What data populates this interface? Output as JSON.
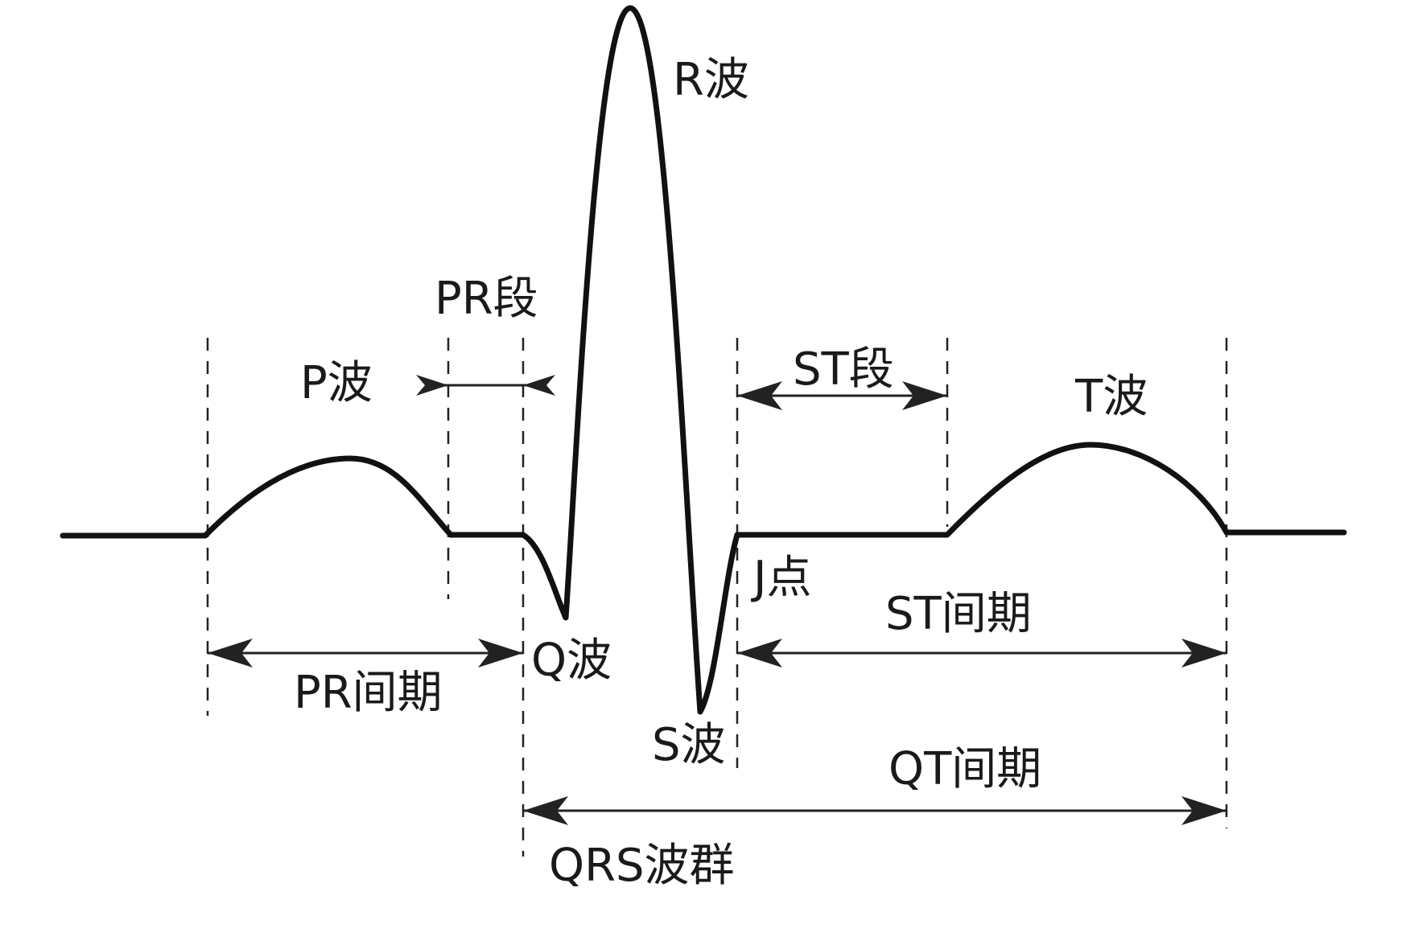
{
  "labels": {
    "r_wave": "R波",
    "pr_segment": "PR段",
    "p_wave": "P波",
    "st_segment": "ST段",
    "t_wave": "T波",
    "j_point": "J点",
    "st_interval": "ST间期",
    "q_wave": "Q波",
    "pr_interval": "PR间期",
    "s_wave": "S波",
    "qt_interval": "QT间期",
    "qrs_complex": "QRS波群"
  }
}
